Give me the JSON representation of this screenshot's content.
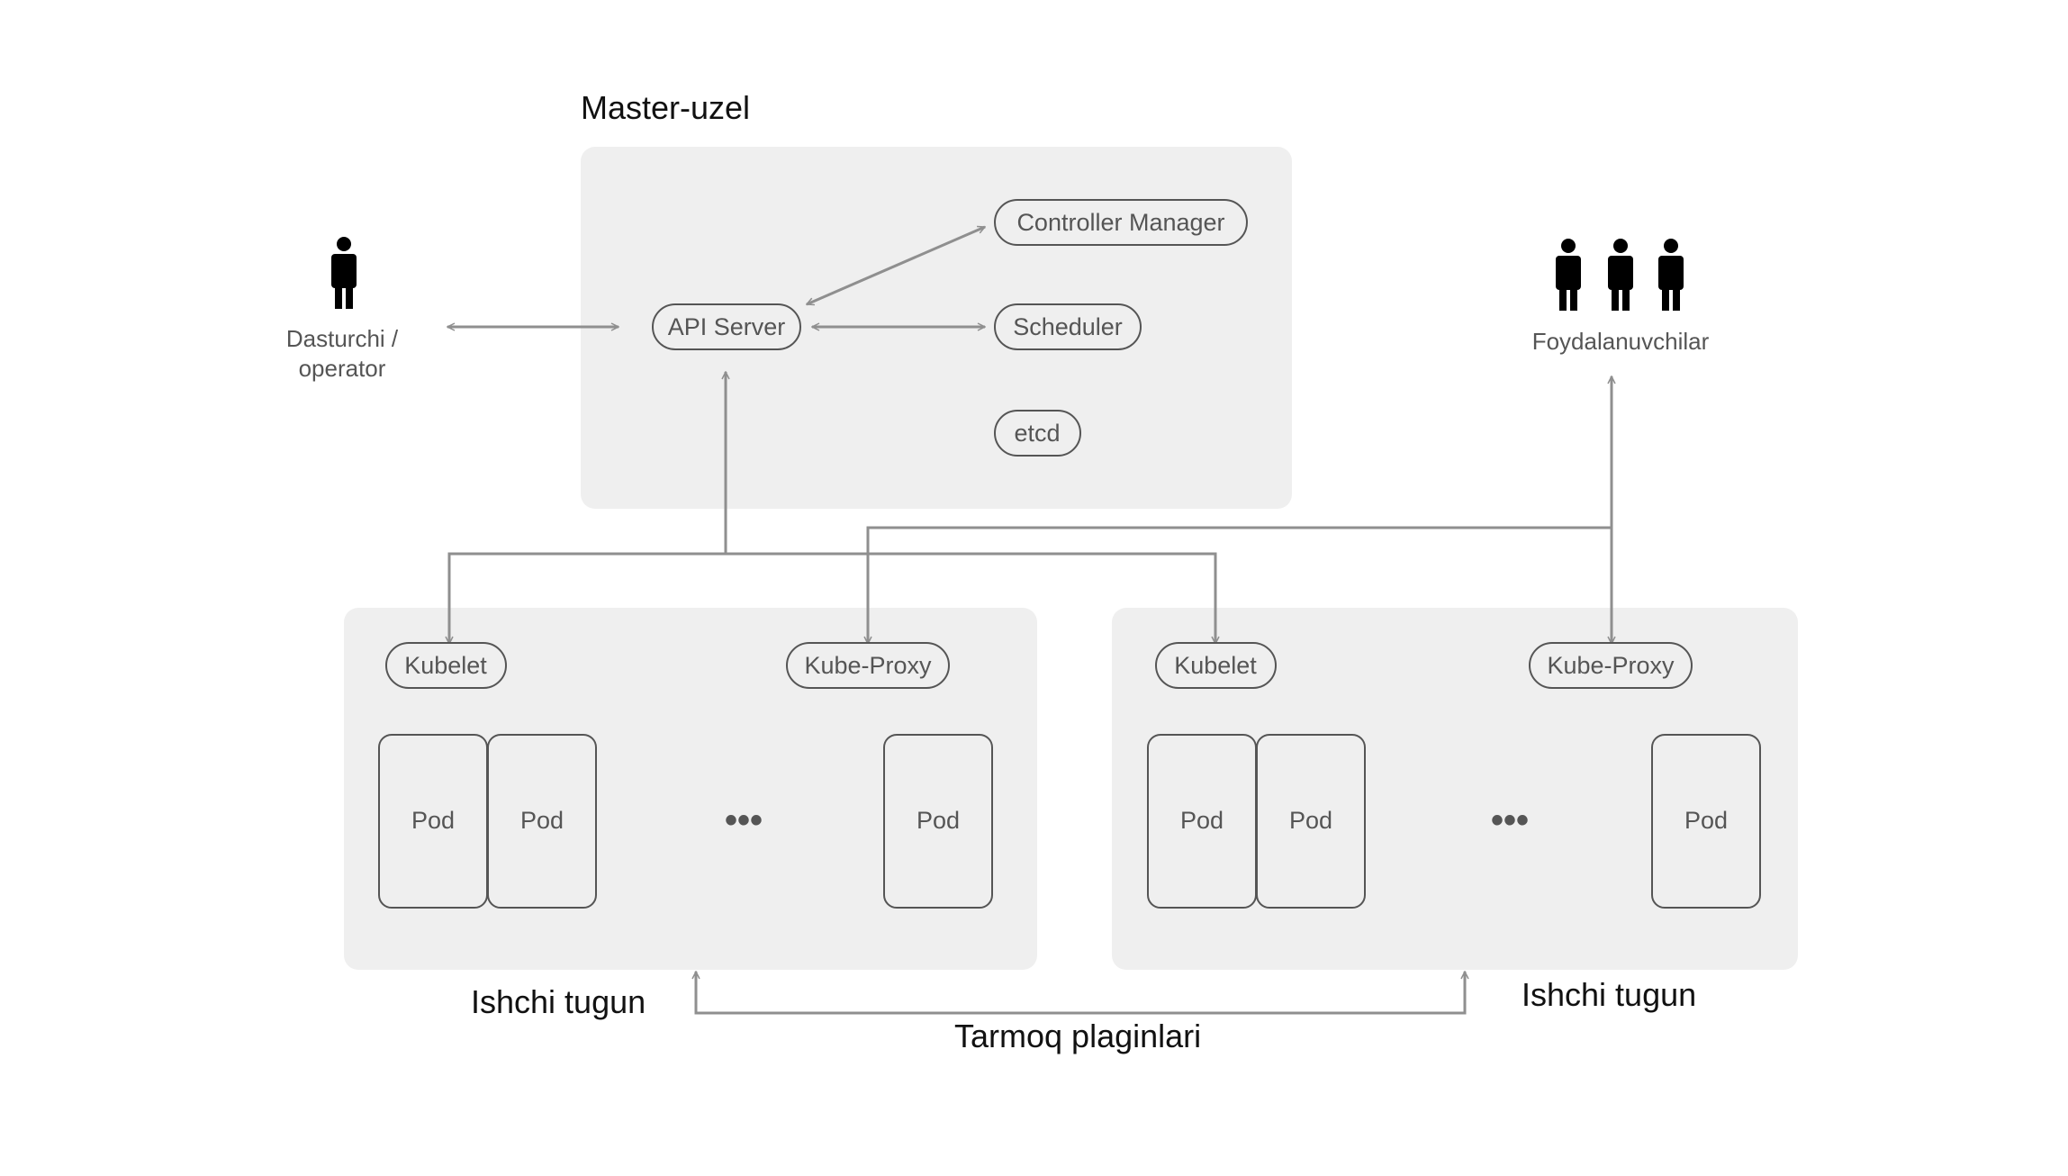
{
  "master": {
    "title": "Master-uzel",
    "api_server": "API Server",
    "controller_manager": "Controller Manager",
    "scheduler": "Scheduler",
    "etcd": "etcd"
  },
  "developer": {
    "label_line1": "Dasturchi /",
    "label_line2": "operator",
    "icon": "person-icon"
  },
  "users": {
    "label": "Foydalanuvchilar",
    "icon": "people-icon"
  },
  "worker_left": {
    "title": "Ishchi tugun",
    "kubelet": "Kubelet",
    "kube_proxy": "Kube-Proxy",
    "pods": [
      "Pod",
      "Pod",
      "Pod"
    ],
    "ellipsis": "•••"
  },
  "worker_right": {
    "title": "Ishchi tugun",
    "kubelet": "Kubelet",
    "kube_proxy": "Kube-Proxy",
    "pods": [
      "Pod",
      "Pod",
      "Pod"
    ],
    "ellipsis": "•••"
  },
  "network": {
    "label": "Tarmoq plaginlari"
  },
  "colors": {
    "panel": "#efefef",
    "connector": "#8f8f8f",
    "text": "#555555",
    "title": "#111111"
  }
}
